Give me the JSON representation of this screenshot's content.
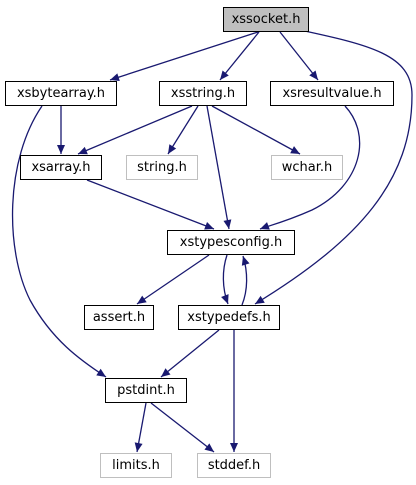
{
  "colors": {
    "edge": "#191970",
    "root_fill": "#bfbfbf",
    "node_border": "#000000",
    "external_border": "#bfbfbf"
  },
  "nodes": {
    "xssocket": {
      "label": "xssocket.h",
      "kind": "root"
    },
    "xsbytearray": {
      "label": "xsbytearray.h",
      "kind": "normal"
    },
    "xsstring": {
      "label": "xsstring.h",
      "kind": "normal"
    },
    "xsresultvalue": {
      "label": "xsresultvalue.h",
      "kind": "normal"
    },
    "xsarray": {
      "label": "xsarray.h",
      "kind": "normal"
    },
    "string": {
      "label": "string.h",
      "kind": "external"
    },
    "wchar": {
      "label": "wchar.h",
      "kind": "external"
    },
    "xstypesconfig": {
      "label": "xstypesconfig.h",
      "kind": "normal"
    },
    "assert": {
      "label": "assert.h",
      "kind": "normal"
    },
    "xstypedefs": {
      "label": "xstypedefs.h",
      "kind": "normal"
    },
    "pstdint": {
      "label": "pstdint.h",
      "kind": "normal"
    },
    "limits": {
      "label": "limits.h",
      "kind": "external"
    },
    "stddef": {
      "label": "stddef.h",
      "kind": "external"
    }
  },
  "edges": [
    {
      "from": "xssocket",
      "to": "xsbytearray"
    },
    {
      "from": "xssocket",
      "to": "xsstring"
    },
    {
      "from": "xssocket",
      "to": "xsresultvalue"
    },
    {
      "from": "xssocket",
      "to": "xstypedefs"
    },
    {
      "from": "xsbytearray",
      "to": "xsarray"
    },
    {
      "from": "xsbytearray",
      "to": "pstdint"
    },
    {
      "from": "xsstring",
      "to": "xsarray"
    },
    {
      "from": "xsstring",
      "to": "string"
    },
    {
      "from": "xsstring",
      "to": "wchar"
    },
    {
      "from": "xsstring",
      "to": "xstypesconfig"
    },
    {
      "from": "xsresultvalue",
      "to": "xstypesconfig"
    },
    {
      "from": "xsarray",
      "to": "xstypesconfig"
    },
    {
      "from": "xstypesconfig",
      "to": "assert"
    },
    {
      "from": "xstypesconfig",
      "to": "xstypedefs"
    },
    {
      "from": "xstypedefs",
      "to": "xstypesconfig"
    },
    {
      "from": "xstypedefs",
      "to": "pstdint"
    },
    {
      "from": "xstypedefs",
      "to": "stddef"
    },
    {
      "from": "pstdint",
      "to": "limits"
    },
    {
      "from": "pstdint",
      "to": "stddef"
    }
  ]
}
